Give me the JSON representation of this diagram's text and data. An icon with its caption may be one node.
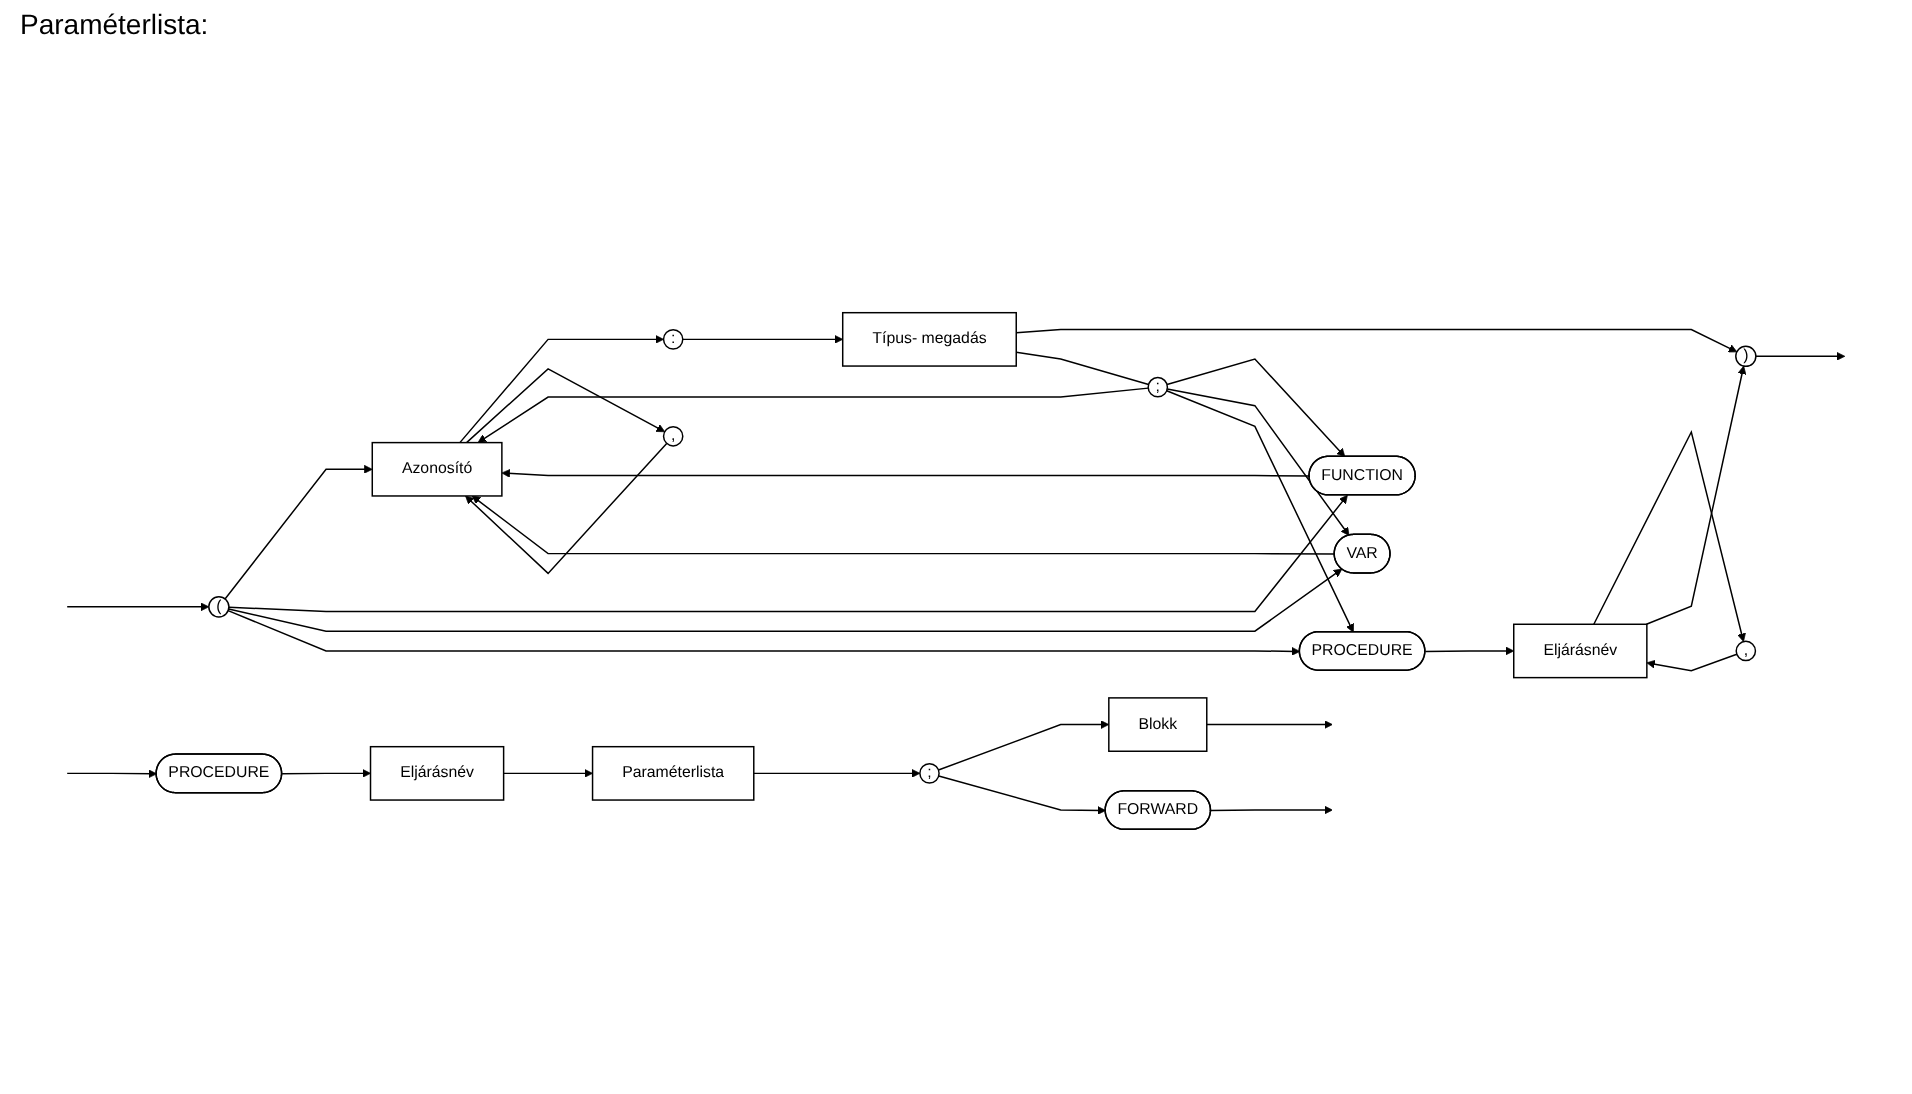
{
  "diagram": {
    "nodes": [
      {
        "text": [
          "PROCEDURE"
        ]
      },
      {
        "text": [
          "Eljárásnév"
        ]
      },
      {
        "text": [
          "Paraméterlista"
        ]
      },
      {
        "text": [
          ";"
        ]
      },
      {
        "text": [
          "Blokk"
        ]
      },
      {
        "text": [
          "FORWARD"
        ]
      },
      {
        "text": [
          "("
        ]
      },
      {
        "text": [
          ";"
        ]
      },
      {
        "text": [
          "Azonosító"
        ]
      },
      {
        "text": [
          ":"
        ]
      },
      {
        "text": [
          "Típus- megadás"
        ]
      },
      {
        "text": [
          ")"
        ]
      },
      {
        "text": [
          "FUNCTION"
        ]
      },
      {
        "text": [
          ","
        ]
      },
      {
        "text": [
          "VAR"
        ]
      },
      {
        "text": [
          ","
        ]
      },
      {
        "text": [
          "PROCEDURE"
        ]
      },
      {
        "text": [
          "Eljárásnév"
        ]
      }
    ],
    "edges": [
      {
        "from": null,
        "to": 0,
        "arrow": "to"
      },
      {
        "from": 0,
        "to": 1,
        "arrow": "to"
      },
      {
        "from": 1,
        "to": 2,
        "arrow": "to"
      },
      {
        "from": 2,
        "to": 3,
        "arrow": "to"
      },
      {
        "from": 3,
        "to": 4,
        "arrow": "to"
      },
      {
        "from": 3,
        "to": 5,
        "arrow": "to"
      },
      {
        "from": 4,
        "to": null,
        "arrow": "to"
      },
      {
        "from": 5,
        "to": null,
        "arrow": "to"
      },
      {
        "from": null,
        "to": 6,
        "arrow": "to"
      },
      {
        "from": 6,
        "to": 8,
        "arrow": "to"
      },
      {
        "from": 6,
        "to": 12,
        "arrow": "to"
      },
      {
        "from": 6,
        "to": 14,
        "arrow": "to"
      },
      {
        "from": 6,
        "to": 16,
        "arrow": "to"
      },
      {
        "from": 12,
        "to": 8,
        "arrow": "to"
      },
      {
        "from": 14,
        "to": 8,
        "arrow": "to"
      },
      {
        "from": 8,
        "to": 9,
        "arrow": "to"
      },
      {
        "from": 8,
        "to": 13,
        "arrow": "to"
      },
      {
        "from": 13,
        "to": 8,
        "arrow": "to"
      },
      {
        "from": 9,
        "to": 10,
        "arrow": "to"
      },
      {
        "from": 10,
        "to": 11,
        "arrow": "to"
      },
      {
        "from": 10,
        "to": 7,
        "arrow": "none"
      },
      {
        "from": 7,
        "to": 8,
        "arrow": "to"
      },
      {
        "from": 7,
        "to": 12,
        "arrow": "to"
      },
      {
        "from": 7,
        "to": 14,
        "arrow": "to"
      },
      {
        "from": 7,
        "to": 16,
        "arrow": "to"
      },
      {
        "from": 16,
        "to": 17,
        "arrow": "to"
      },
      {
        "from": 17,
        "to": 15,
        "arrow": "to"
      },
      {
        "from": 15,
        "to": 17,
        "arrow": "to"
      },
      {
        "from": 17,
        "to": 11,
        "arrow": "to"
      },
      {
        "from": 11,
        "to": null,
        "arrow": "to"
      }
    ],
    "labels": [
      "Paraméterlista:"
    ]
  }
}
